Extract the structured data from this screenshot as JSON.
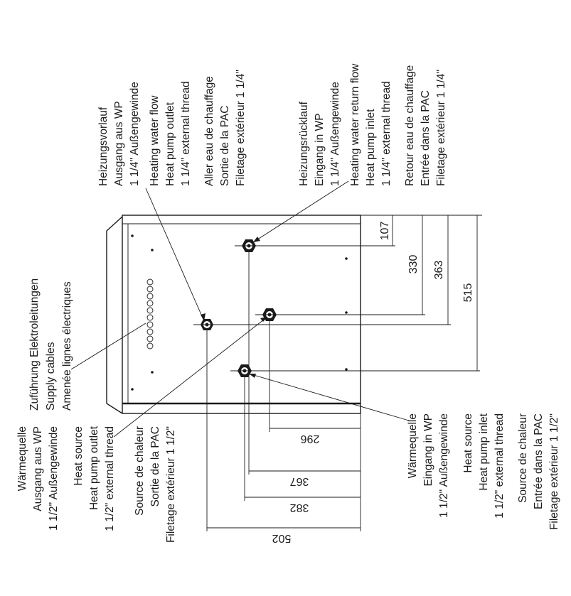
{
  "labels": {
    "cables": [
      "Zuführung Elektroleitungen",
      "Supply cables",
      "Amenée lignes électriques"
    ],
    "heating_flow": [
      "Heizungsvorlauf",
      "Ausgang aus WP",
      "1 1/4\" Außengewinde",
      "Heating water flow",
      "Heat pump outlet",
      "1 1/4\" external thread",
      "Aller eau de chauffage",
      "Sortie de la PAC",
      "Filetage extérieur 1 1/4\""
    ],
    "heating_return": [
      "Heizungsrücklauf",
      "Eingang in WP",
      "1 1/4\" Außengewinde",
      "Heating water return flow",
      "Heat pump inlet",
      "1 1/4\" external thread",
      "Retour eau de chauffage",
      "Entrée dans la PAC",
      "Filetage extérieur 1 1/4\""
    ],
    "source_out": [
      "Wärmequelle",
      "Ausgang aus WP",
      "1 1/2\" Außengewinde",
      "Heat source",
      "Heat pump outlet",
      "1 1/2\" external thread",
      "Source de chaleur",
      "Sortie de la PAC",
      "Filetage extérieur 1 1/2\""
    ],
    "source_in": [
      "Wärmequelle",
      "Eingang in WP",
      "1 1/2\" Außengewinde",
      "Heat source",
      "Heat pump inlet",
      "1 1/2\" external thread",
      "Source de chaleur",
      "Entrée dans la PAC",
      "Filetage extérieur 1 1/2\""
    ]
  },
  "dimensions": {
    "right": [
      "107",
      "330",
      "363",
      "515"
    ],
    "bottom": [
      "296",
      "367",
      "382",
      "502"
    ]
  }
}
